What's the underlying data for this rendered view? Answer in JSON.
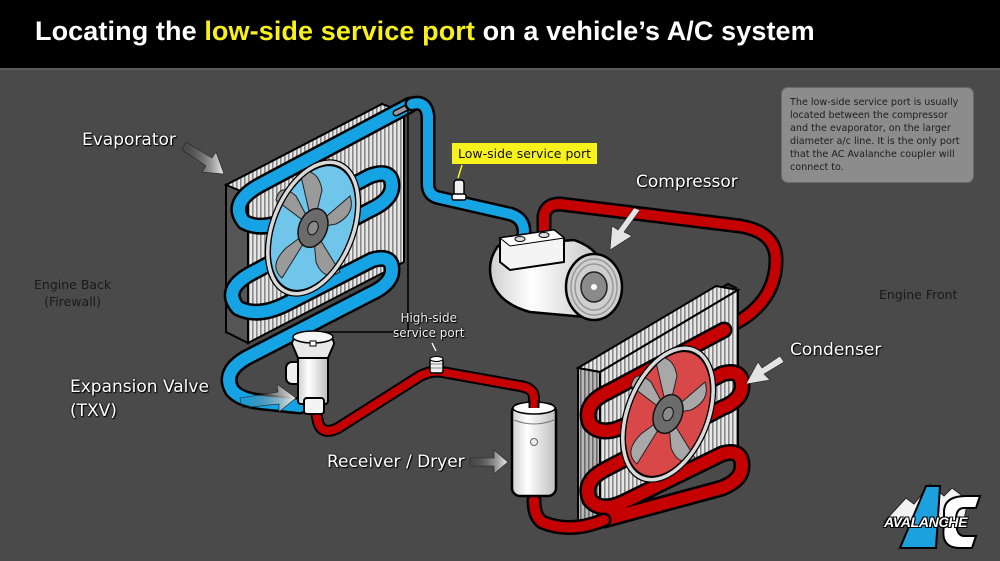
{
  "title": {
    "prefix": "Locating the ",
    "highlight": "low-side service port",
    "suffix": " on a vehicle’s A/C system"
  },
  "colors": {
    "background": "#4b4b4b",
    "title_bar": "#000000",
    "highlight": "#f7f01a",
    "low_pressure_line": "#14a0e0",
    "high_pressure_line": "#c00000",
    "note_box": "#8c8c8c"
  },
  "labels": {
    "evaporator": "Evaporator",
    "compressor": "Compressor",
    "condenser": "Condenser",
    "expansion_valve_line1": "Expansion Valve",
    "expansion_valve_line2": "(TXV)",
    "receiver_dryer": "Receiver / Dryer",
    "high_side_port_line1": "High-side",
    "high_side_port_line2": "service port",
    "low_side_port": "Low-side service port",
    "engine_back_line1": "Engine Back",
    "engine_back_line2": "(Firewall)",
    "engine_front": "Engine Front"
  },
  "note": {
    "text": "The low-side service port is usually located between the compressor and the evaporator, on the larger diameter a/c line. It is the only port that the AC Avalanche coupler will connect to."
  },
  "logo": {
    "text": "AVALANCHE",
    "icon": "ac-avalanche-logo"
  }
}
